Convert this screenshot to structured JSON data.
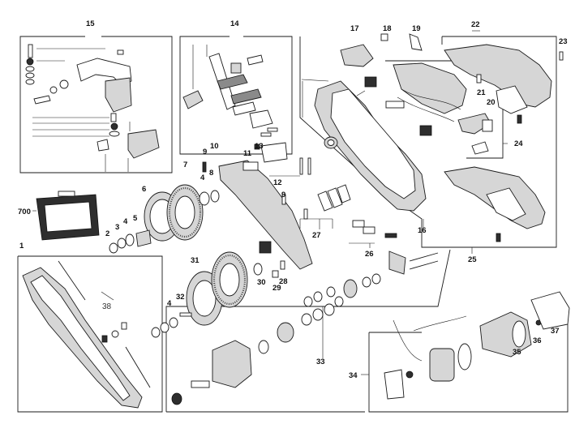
{
  "diagram": {
    "labels": {
      "p1": "1",
      "p2": "2",
      "p3": "3",
      "p4": "4",
      "p4b": "4",
      "p4c": "4",
      "p5": "5",
      "p6": "6",
      "p7": "7",
      "p8": "8",
      "p9": "9",
      "p9b": "9",
      "p10": "10",
      "p11": "11",
      "p12": "12",
      "p13": "13",
      "p14": "14",
      "p15": "15",
      "p16": "16",
      "p17": "17",
      "p18": "18",
      "p19": "19",
      "p20": "20",
      "p21": "21",
      "p22": "22",
      "p23": "23",
      "p24": "24",
      "p25": "25",
      "p26": "26",
      "p27": "27",
      "p28": "28",
      "p29": "29",
      "p30": "30",
      "p31": "31",
      "p32": "32",
      "p33": "33",
      "p34": "34",
      "p35": "35",
      "p36": "36",
      "p37": "37",
      "p38": "38",
      "p700": "700"
    }
  }
}
